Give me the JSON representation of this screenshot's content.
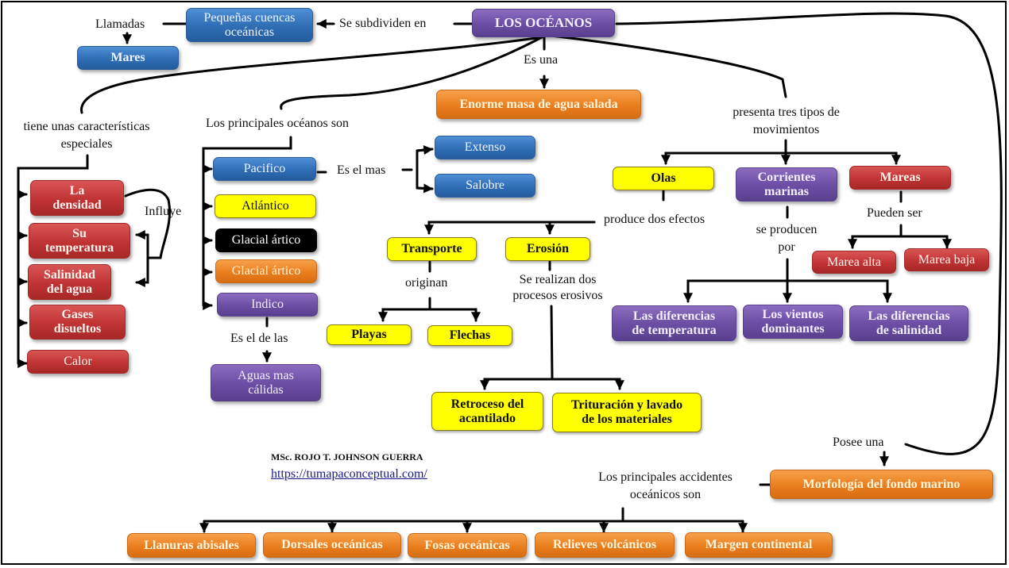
{
  "title": "LOS OCÉANOS",
  "colors": {
    "blue": "#2f6db5",
    "purple": "#6a4ea3",
    "red": "#c03333",
    "orange": "#ea7e1e",
    "yellow": "#ffff00",
    "black": "#000000",
    "line": "#000000"
  },
  "top": {
    "subdivide_label": "Se subdividen en",
    "small_basins": "Pequeñas cuencas oceánicas",
    "called_label": "Llamadas",
    "seas": "Mares",
    "is_a_label": "Es una",
    "salt_water": "Enorme masa de agua salada"
  },
  "characteristics": {
    "label_line1": "tiene unas características",
    "label_line2": "especiales",
    "items": [
      {
        "line1": "La",
        "line2": "densidad"
      },
      {
        "line1": "Su",
        "line2": "temperatura"
      },
      {
        "line1": "Salinidad",
        "line2": "del agua"
      },
      {
        "line1": "Gases",
        "line2": "disueltos"
      },
      {
        "line1": "Calor",
        "line2": ""
      }
    ],
    "influences_label": "Influye"
  },
  "oceans": {
    "label": "Los principales océanos son",
    "items": [
      "Pacifico",
      "Atlántico",
      "Glacial  ártico",
      "Glacial  ártico",
      "Indico"
    ],
    "pacific_label": "Es el mas",
    "pacific_traits": [
      "Extenso",
      "Salobre"
    ],
    "indian_label": "Es el de las",
    "indian_trait": "Aguas mas cálidas"
  },
  "movements": {
    "label_line1": "presenta tres tipos de",
    "label_line2": "movimientos",
    "waves": "Olas",
    "currents_line1": "Corrientes",
    "currents_line2": "marinas",
    "tides": "Mareas",
    "waves_label": "produce dos efectos",
    "effects": [
      "Transporte",
      "Erosión"
    ],
    "transport_label": "originan",
    "transport_results": [
      "Playas",
      "Flechas"
    ],
    "erosion_label_line1": "Se realizan  dos",
    "erosion_label_line2": "procesos erosivos",
    "erosion_results": [
      {
        "line1": "Retroceso del",
        "line2": "acantilado"
      },
      {
        "line1": "Trituración y lavado",
        "line2": "de los materiales"
      }
    ],
    "currents_label_line1": "se producen",
    "currents_label_line2": "por",
    "current_causes": [
      {
        "line1": "Las diferencias",
        "line2": "de temperatura"
      },
      {
        "line1": "Los vientos",
        "line2": "dominantes"
      },
      {
        "line1": "Las diferencias",
        "line2": "de salinidad"
      }
    ],
    "tides_label": "Pueden ser",
    "tide_types": [
      "Marea alta",
      "Marea baja"
    ]
  },
  "seafloor": {
    "has_label": "Posee una",
    "morphology": "Morfología del fondo marino",
    "features_label_line1": "Los principales accidentes",
    "features_label_line2": "oceánicos son",
    "features": [
      "Llanuras abisales",
      "Dorsales oceánicas",
      "Fosas oceánicas",
      "Relieves volcánicos",
      "Margen continental"
    ]
  },
  "credits": {
    "author": "MSc. ROJO T. JOHNSON  GUERRA",
    "url": "https://tumapaconceptual.com/"
  }
}
